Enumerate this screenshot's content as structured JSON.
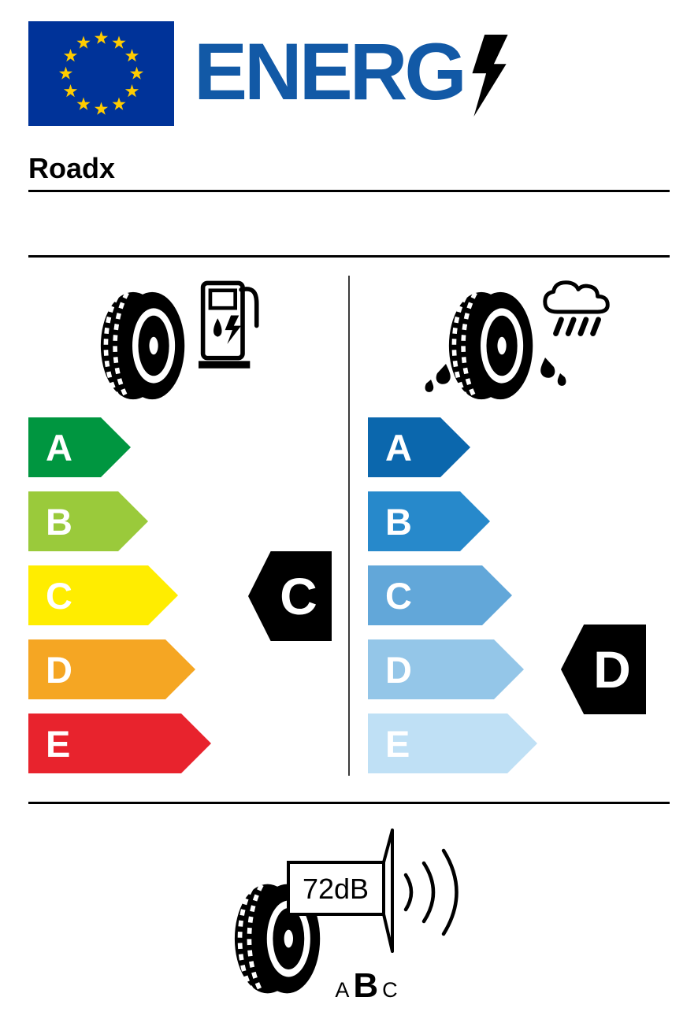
{
  "header": {
    "energy_text": "ENERG",
    "brand": "Roadx"
  },
  "colors": {
    "eu_flag_blue": "#003399",
    "star_yellow": "#FFCC00",
    "energy_logo_blue": "#1259A6",
    "pointer_black": "#000000"
  },
  "fuel_efficiency": {
    "rating": "C",
    "classes": [
      {
        "letter": "A",
        "color": "#009640"
      },
      {
        "letter": "B",
        "color": "#9ACA3B"
      },
      {
        "letter": "C",
        "color": "#FFED00"
      },
      {
        "letter": "D",
        "color": "#F5A623"
      },
      {
        "letter": "E",
        "color": "#E8232D"
      }
    ]
  },
  "wet_grip": {
    "rating": "D",
    "classes": [
      {
        "letter": "A",
        "color": "#0B67AD"
      },
      {
        "letter": "B",
        "color": "#2789CB"
      },
      {
        "letter": "C",
        "color": "#62A7D9"
      },
      {
        "letter": "D",
        "color": "#94C6E8"
      },
      {
        "letter": "E",
        "color": "#BFE0F5"
      }
    ]
  },
  "noise": {
    "value": "72dB",
    "rating": "B",
    "classes": [
      {
        "letter": "A",
        "emphasized": false
      },
      {
        "letter": "B",
        "emphasized": true
      },
      {
        "letter": "C",
        "emphasized": false
      }
    ]
  },
  "icons": {
    "flag": "eu-flag",
    "logo_bolt": "lightning-bolt-icon",
    "fuel_section": "tire-and-fuel-pump-icon",
    "wet_section": "tire-and-rain-cloud-icon",
    "noise_section": "tire-and-speaker-icon"
  }
}
